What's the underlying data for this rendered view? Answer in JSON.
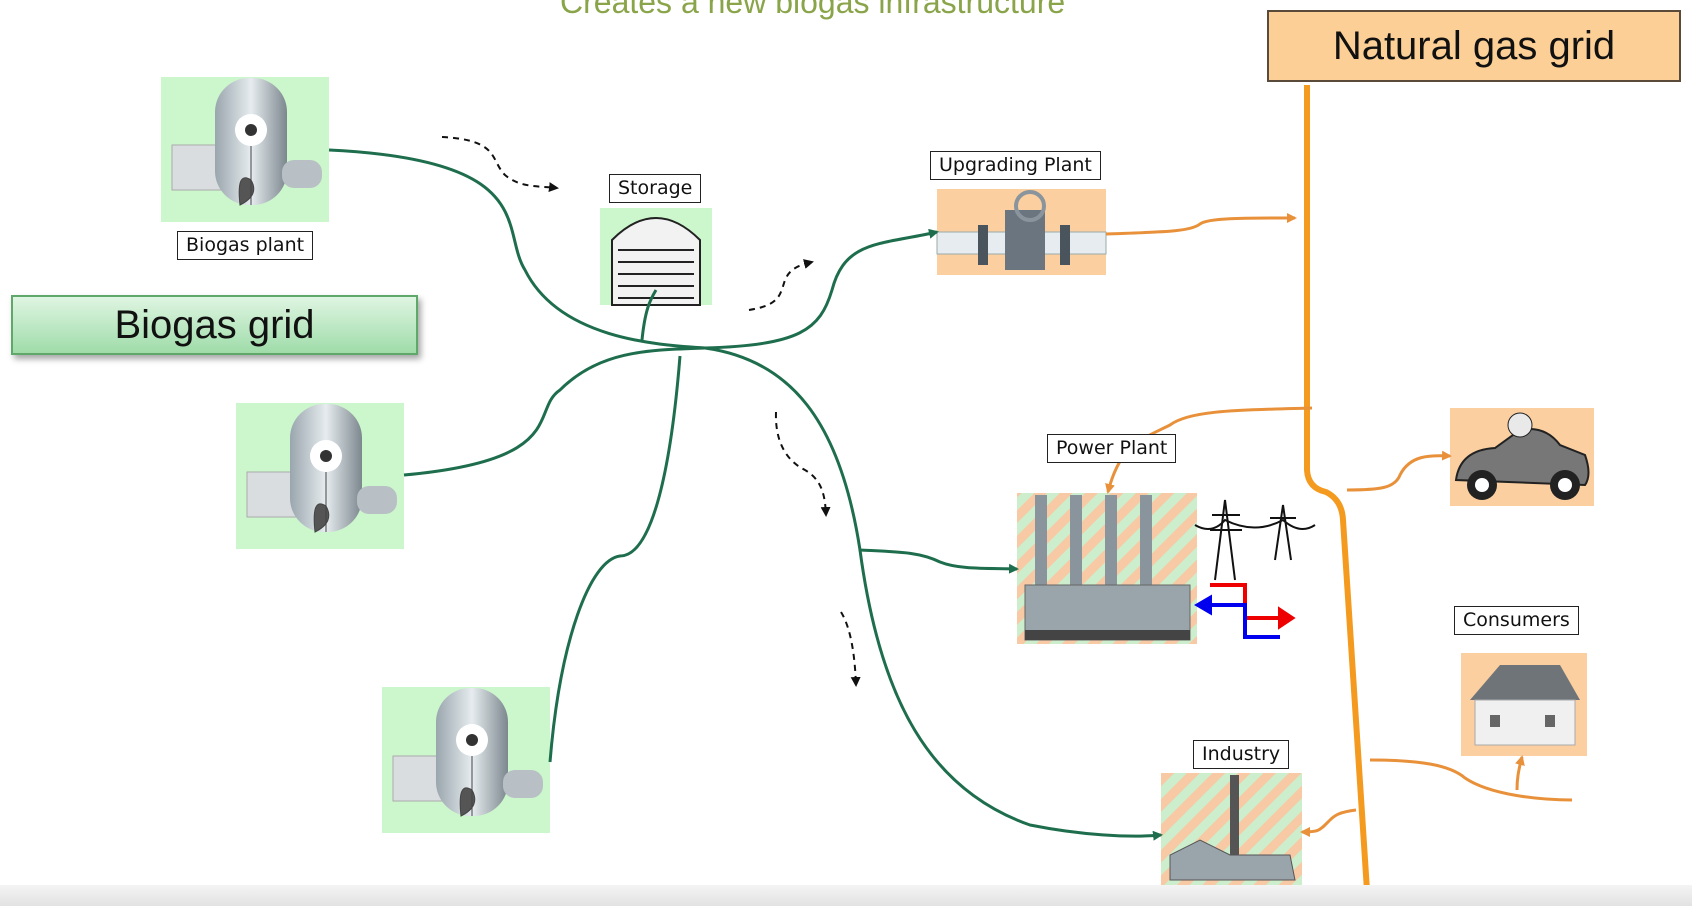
{
  "title": "Creates a new biogas infrastructure",
  "natural_gas_grid": "Natural gas grid",
  "biogas_grid": "Biogas grid",
  "labels": {
    "biogas_plant": "Biogas plant",
    "storage": "Storage",
    "upgrading_plant": "Upgrading Plant",
    "power_plant": "Power Plant",
    "industry": "Industry",
    "consumers": "Consumers"
  },
  "colors": {
    "biogas_line": "#1e6e4e",
    "natural_gas_line": "#f39a1f",
    "feed_line": "#e8913a",
    "plant_bg": "#ccf7cc",
    "orange_bg": "#fbcfa0",
    "title": "#8aa44a"
  }
}
